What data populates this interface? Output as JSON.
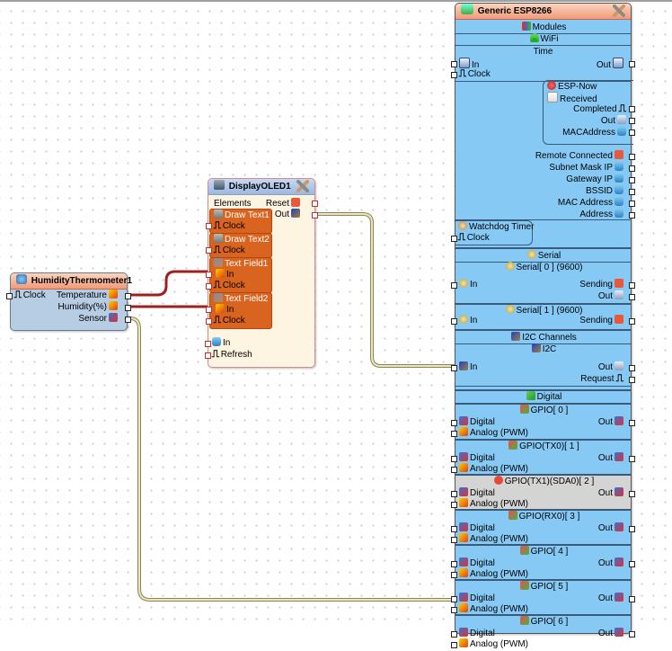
{
  "canvas": {
    "grid": true
  },
  "humidity": {
    "title": "HumidityThermometer1",
    "inputs": [
      {
        "label": "Clock"
      }
    ],
    "outputs": [
      {
        "label": "Temperature"
      },
      {
        "label": "Humidity(%)"
      },
      {
        "label": "Sensor"
      }
    ]
  },
  "display": {
    "title": "DisplayOLED1",
    "elements_label": "Elements",
    "elements": [
      {
        "name": "Draw Text1",
        "pins": [
          "Clock"
        ]
      },
      {
        "name": "Draw Text2",
        "pins": [
          "Clock"
        ]
      },
      {
        "name": "Text Field1",
        "pins": [
          "In",
          "Clock"
        ]
      },
      {
        "name": "Text Field2",
        "pins": [
          "In",
          "Clock"
        ]
      }
    ],
    "inputs": [
      {
        "label": "In"
      },
      {
        "label": "Refresh"
      }
    ],
    "outputs": [
      {
        "label": "Reset"
      },
      {
        "label": "Out"
      }
    ]
  },
  "esp": {
    "title": "Generic ESP8266",
    "modules": "Modules",
    "wifi": "WiFi",
    "time": {
      "label": "Time",
      "in": "In",
      "clock": "Clock",
      "out": "Out"
    },
    "espnow": {
      "label": "ESP-Now",
      "received": "Received",
      "outputs": [
        "Completed",
        "Out",
        "MACAddress"
      ]
    },
    "wifi_outputs": [
      "Remote Connected",
      "Subnet Mask IP",
      "Gateway IP",
      "BSSID",
      "MAC Address",
      "Address"
    ],
    "watchdog": {
      "label": "Watchdog Timer",
      "clock": "Clock"
    },
    "serial": {
      "label": "Serial",
      "ports": [
        {
          "label": "Serial[ 0 ] (9600)",
          "in": "In",
          "outputs": [
            "Sending",
            "Out"
          ]
        },
        {
          "label": "Serial[ 1 ] (9600)",
          "in": "In",
          "outputs": [
            "Sending"
          ]
        }
      ]
    },
    "i2c": {
      "label": "I2C Channels",
      "channel": "I2C",
      "in": "In",
      "outputs": [
        "Out",
        "Request"
      ]
    },
    "digital": {
      "label": "Digital",
      "gpio": [
        {
          "label": "GPIO[ 0 ]",
          "disabled": false
        },
        {
          "label": "GPIO(TX0)[ 1 ]",
          "disabled": false
        },
        {
          "label": "GPIO(TX1)(SDA0)[ 2 ]",
          "disabled": true
        },
        {
          "label": "GPIO(RX0)[ 3 ]",
          "disabled": false
        },
        {
          "label": "GPIO[ 4 ]",
          "disabled": false
        },
        {
          "label": "GPIO[ 5 ]",
          "disabled": false
        },
        {
          "label": "GPIO[ 6 ]",
          "disabled": false
        }
      ],
      "pin_digital": "Digital",
      "pin_analog": "Analog (PWM)",
      "pin_out": "Out"
    }
  },
  "wires": [
    {
      "from": "HumidityThermometer1.Temperature",
      "to": "DisplayOLED1.Text Field1.In",
      "color": "#a02020"
    },
    {
      "from": "HumidityThermometer1.Humidity(%)",
      "to": "DisplayOLED1.Text Field2.In",
      "color": "#a02020"
    },
    {
      "from": "HumidityThermometer1.Sensor",
      "to": "Generic ESP8266.GPIO[ 5 ].Digital",
      "color": "#d8d2a0"
    },
    {
      "from": "DisplayOLED1.Out",
      "to": "Generic ESP8266.I2C.In",
      "color": "#d8d2a0"
    }
  ]
}
